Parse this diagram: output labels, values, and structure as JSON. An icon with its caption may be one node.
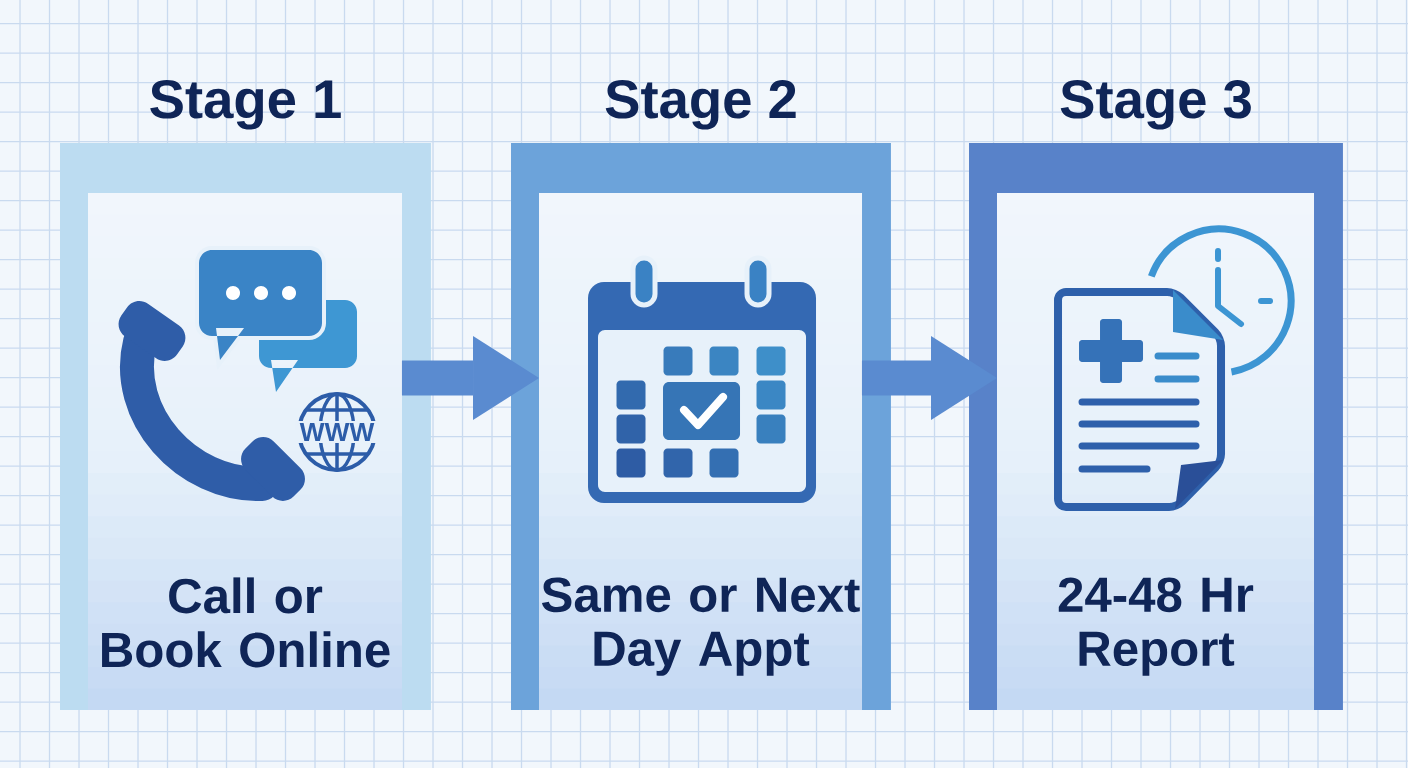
{
  "diagram": {
    "nodes": [
      {
        "text": [
          "Stage 1"
        ]
      },
      {
        "text": [
          "Call or Book Online"
        ],
        "in": 0
      },
      {
        "text": [
          "Stage 2"
        ]
      },
      {
        "text": [
          "Same or Next Day Appt"
        ],
        "in": 2
      },
      {
        "text": [
          "Stage 3"
        ]
      },
      {
        "text": [
          "24-48 Hr Report"
        ],
        "in": 4
      }
    ],
    "edges": [
      {
        "from": 1,
        "to": 3,
        "arrow": "to"
      },
      {
        "from": 3,
        "to": 5,
        "arrow": "to"
      }
    ],
    "labels": [
      "WWW"
    ]
  }
}
